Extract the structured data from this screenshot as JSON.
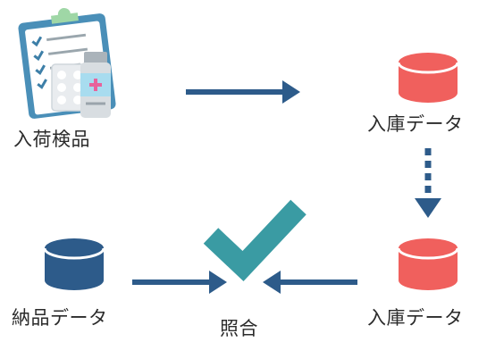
{
  "nodes": {
    "inspection": {
      "label": "入荷検品"
    },
    "warehouse_data_top": {
      "label": "入庫データ"
    },
    "warehouse_data_bottom": {
      "label": "入庫データ"
    },
    "delivery_data": {
      "label": "納品データ"
    },
    "matching": {
      "label": "照合"
    }
  },
  "colors": {
    "navy": "#2d5b8a",
    "red": "#f0605d",
    "teal": "#3a9ba3",
    "text": "#2b2b2b"
  },
  "icons": [
    "clipboard-icon",
    "medicine-bottle-icon",
    "pill-pack-icon",
    "database-icon",
    "checkmark-icon",
    "arrow-right-icon",
    "arrow-down-icon",
    "arrow-left-icon"
  ]
}
